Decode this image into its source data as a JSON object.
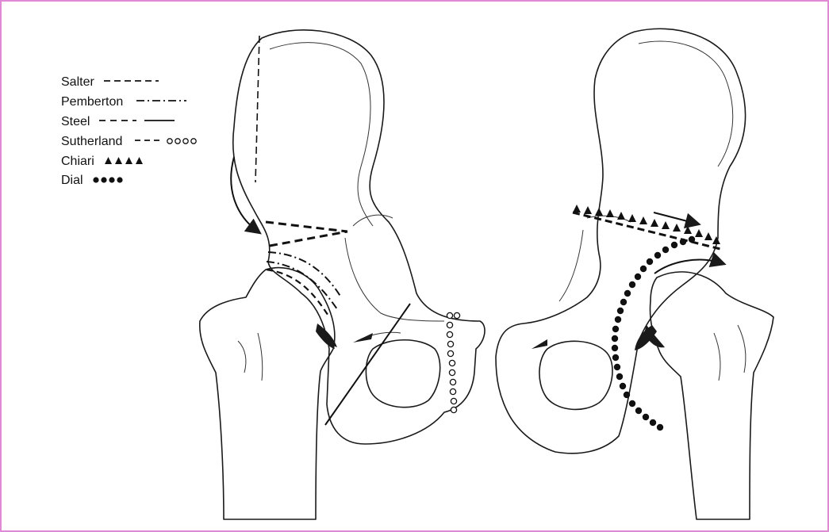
{
  "legend": {
    "items": [
      {
        "label": "Salter",
        "style": "dash"
      },
      {
        "label": "Pemberton",
        "style": "dash-dot"
      },
      {
        "label": "Steel",
        "style": "dash-then-solid"
      },
      {
        "label": "Sutherland",
        "style": "dash-then-circles"
      },
      {
        "label": "Chiari",
        "style": "triangles"
      },
      {
        "label": "Dial",
        "style": "dots"
      }
    ]
  },
  "colors": {
    "frame_border": "#e08ad6",
    "ink": "#1a1a1a"
  }
}
